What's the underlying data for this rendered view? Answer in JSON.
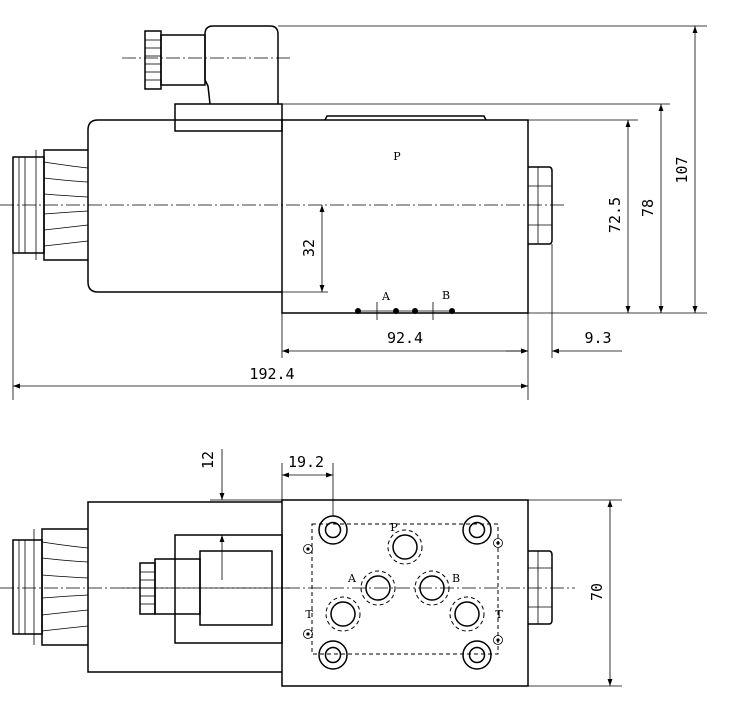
{
  "top_view": {
    "port_p": "P",
    "port_a": "A",
    "port_b": "B",
    "dims": {
      "total_height": "107",
      "body_height": "78",
      "valve_height": "72.5",
      "axis_height": "32",
      "body_length": "92.4",
      "plug_length": "9.3",
      "total_length": "192.4"
    }
  },
  "bottom_view": {
    "port_p": "P",
    "port_a": "A",
    "port_b": "B",
    "port_t_left": "T",
    "port_t_right": "T",
    "dims": {
      "offset_y": "12",
      "offset_x": "19.2",
      "width": "70"
    }
  }
}
